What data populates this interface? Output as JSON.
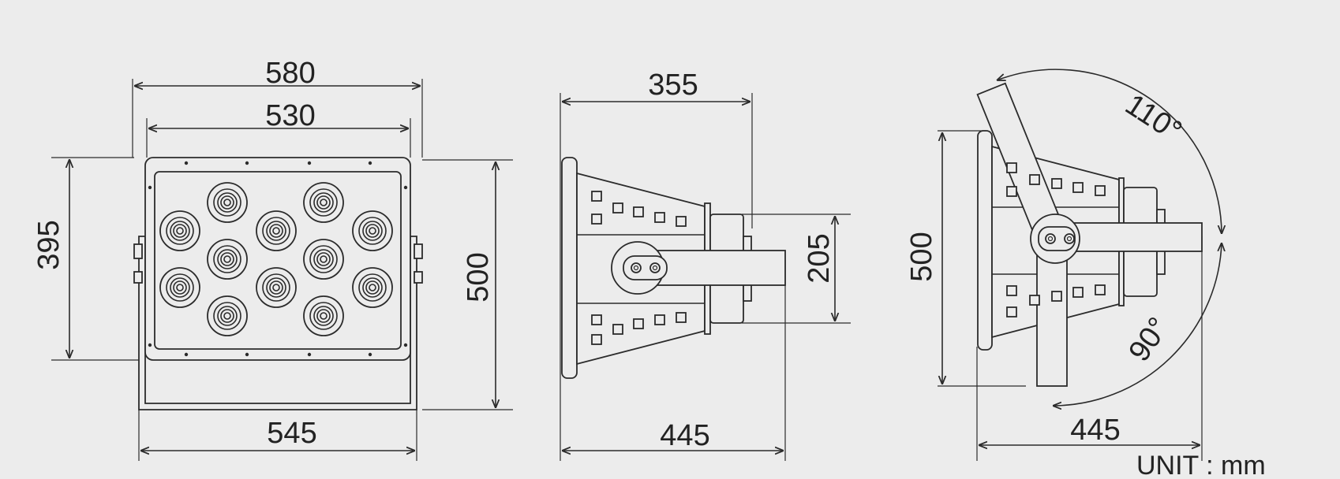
{
  "front_view": {
    "width_outer": "580",
    "width_inner": "530",
    "width_bracket": "545",
    "height_face": "395",
    "height_total": "500"
  },
  "side_view": {
    "depth_body": "355",
    "depth_total": "445",
    "housing_height": "205"
  },
  "rotation_view": {
    "height": "500",
    "depth": "445",
    "angle_up": "110°",
    "angle_down": "90°"
  },
  "unit_label": "UNIT : mm",
  "colors": {
    "background": "#ececec",
    "line": "#2b2b2b"
  }
}
